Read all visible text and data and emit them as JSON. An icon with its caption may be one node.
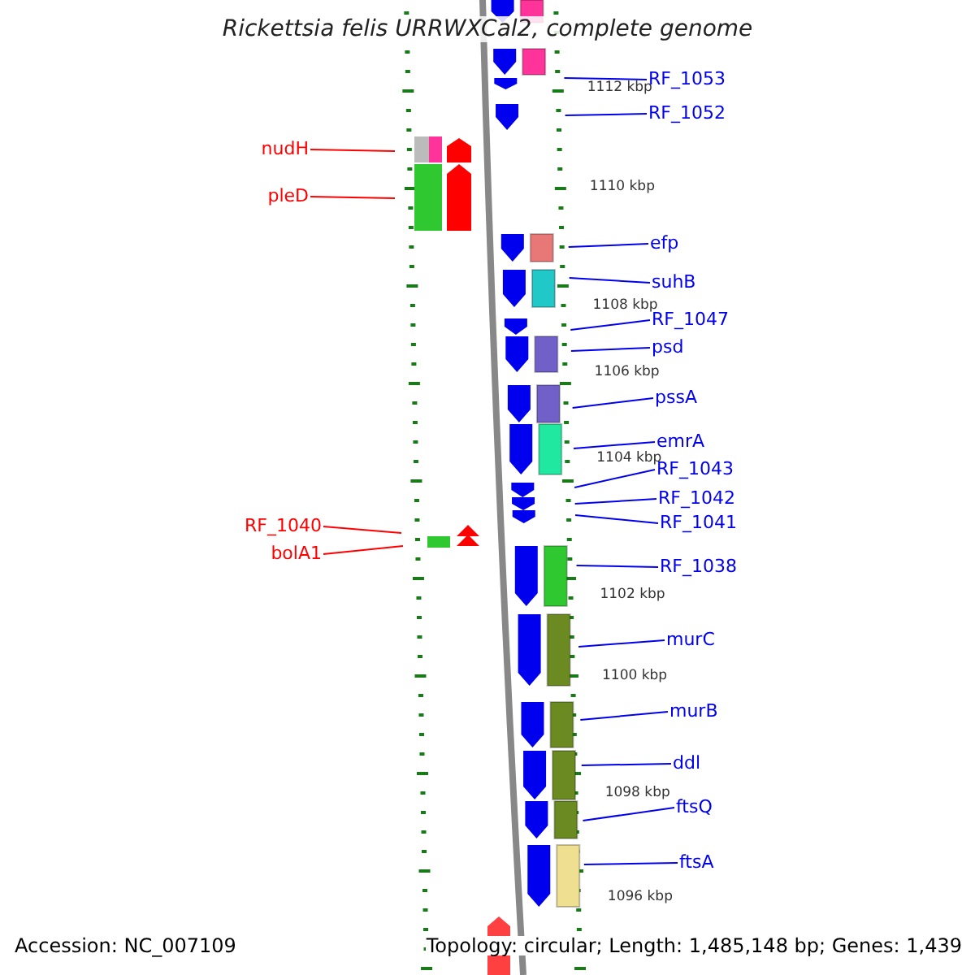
{
  "diagram": {
    "title": "Rickettsia felis URRWXCal2, complete genome",
    "nodes": [
      {
        "text": [
          "RF_1053"
        ]
      },
      {
        "text": [
          "RF_1052"
        ]
      },
      {
        "text": [
          "nudH"
        ]
      },
      {
        "text": [
          "pleD"
        ]
      },
      {
        "text": [
          "efp"
        ]
      },
      {
        "text": [
          "suhB"
        ]
      },
      {
        "text": [
          "RF_1047"
        ]
      },
      {
        "text": [
          "psd"
        ]
      },
      {
        "text": [
          "pssA"
        ]
      },
      {
        "text": [
          "emrA"
        ]
      },
      {
        "text": [
          "RF_1043"
        ]
      },
      {
        "text": [
          "RF_1042"
        ]
      },
      {
        "text": [
          "RF_1040"
        ]
      },
      {
        "text": [
          "RF_1041"
        ]
      },
      {
        "text": [
          "bolA1"
        ]
      },
      {
        "text": [
          "RF_1038"
        ]
      },
      {
        "text": [
          "murC"
        ]
      },
      {
        "text": [
          "murB"
        ]
      },
      {
        "text": [
          "ddl"
        ]
      },
      {
        "text": [
          "ftsQ"
        ]
      },
      {
        "text": [
          "ftsA"
        ]
      }
    ],
    "edges": [
      {
        "from": 0,
        "to": null,
        "arrow": "none"
      },
      {
        "from": 1,
        "to": null,
        "arrow": "none"
      },
      {
        "from": 2,
        "to": null,
        "arrow": "none",
        "color": "#ff0000"
      },
      {
        "from": 3,
        "to": null,
        "arrow": "none",
        "color": "#ff0000"
      },
      {
        "from": 4,
        "to": null,
        "arrow": "none"
      },
      {
        "from": 5,
        "to": null,
        "arrow": "none"
      },
      {
        "from": 6,
        "to": null,
        "arrow": "none"
      },
      {
        "from": 7,
        "to": null,
        "arrow": "none"
      },
      {
        "from": 8,
        "to": null,
        "arrow": "none"
      },
      {
        "from": 9,
        "to": null,
        "arrow": "none"
      },
      {
        "from": 10,
        "to": null,
        "arrow": "none"
      },
      {
        "from": 11,
        "to": null,
        "arrow": "none"
      },
      {
        "from": 12,
        "to": null,
        "arrow": "none",
        "color": "#ff0000"
      },
      {
        "from": 13,
        "to": null,
        "arrow": "none"
      },
      {
        "from": 14,
        "to": null,
        "arrow": "none",
        "color": "#ff0000"
      },
      {
        "from": 15,
        "to": null,
        "arrow": "none"
      },
      {
        "from": 16,
        "to": null,
        "arrow": "none"
      },
      {
        "from": 17,
        "to": null,
        "arrow": "none"
      },
      {
        "from": 18,
        "to": null,
        "arrow": "none"
      },
      {
        "from": 19,
        "to": null,
        "arrow": "none"
      },
      {
        "from": 20,
        "to": null,
        "arrow": "none"
      }
    ],
    "labels": [
      "1112 kbp",
      "1110 kbp",
      "1108 kbp",
      "1106 kbp",
      "1104 kbp",
      "1102 kbp",
      "1100 kbp",
      "1098 kbp",
      "1096 kbp",
      "Accession: NC_007109",
      "Topology: circular; Length: 1,485,148 bp; Genes: 1,439"
    ]
  }
}
